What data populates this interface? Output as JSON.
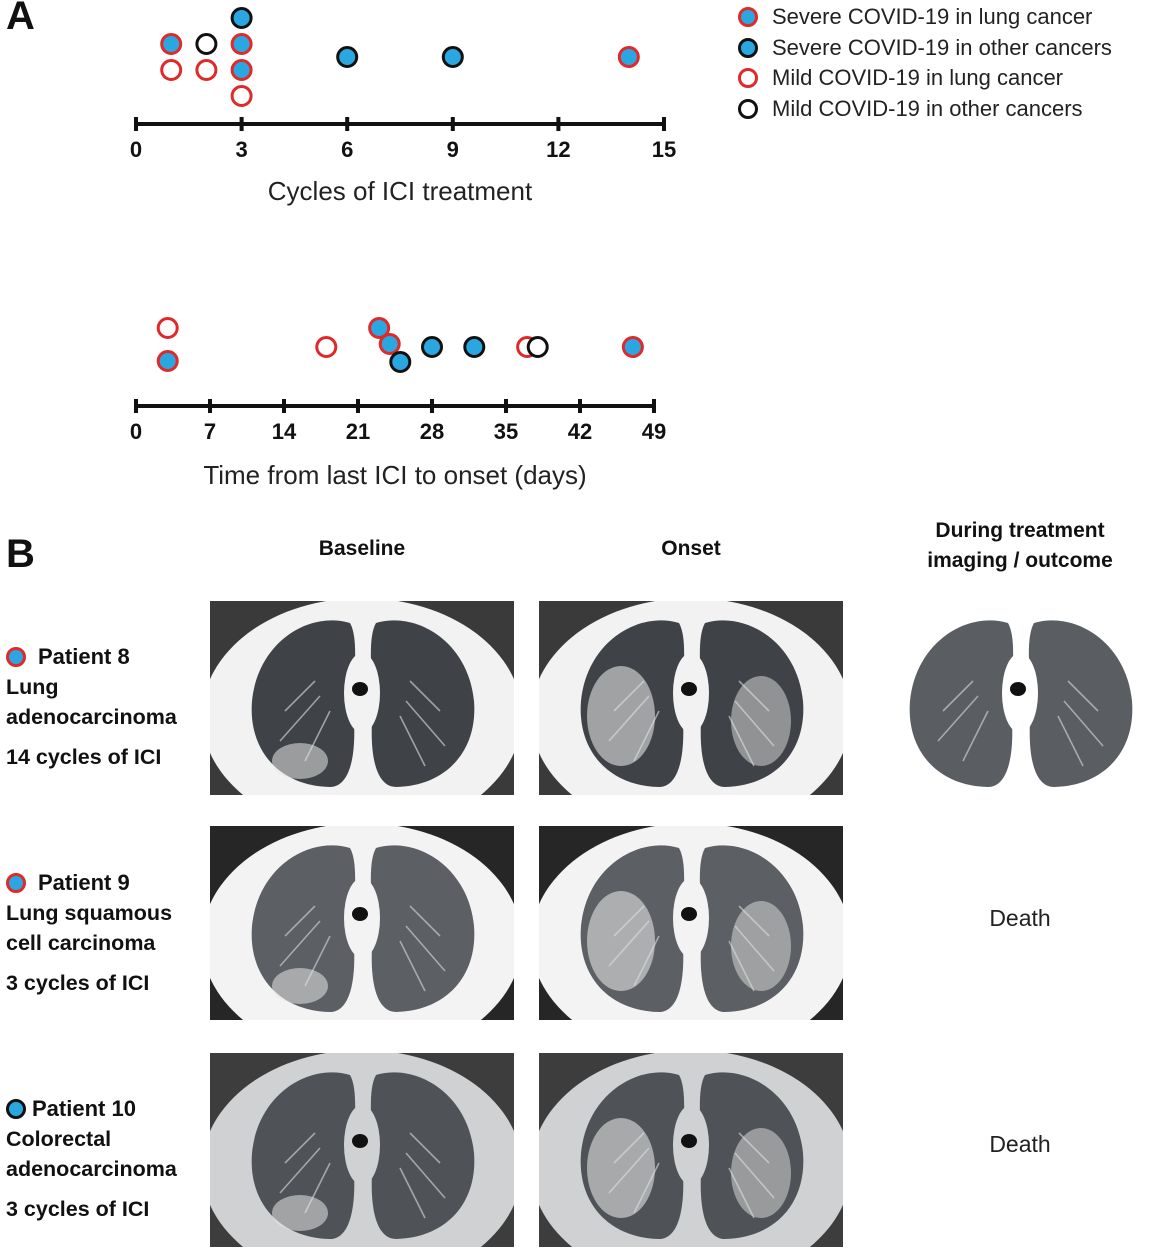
{
  "colors": {
    "severe_fill": "#2aa7e0",
    "lung_edge": "#e02a2a",
    "other_edge": "#111111"
  },
  "panel_a": {
    "letter": "A"
  },
  "panel_b": {
    "letter": "B"
  },
  "legend": [
    {
      "label": "Severe COVID-19 in lung cancer",
      "group": "severe-lung"
    },
    {
      "label": "Severe COVID-19 in other cancers",
      "group": "severe-other"
    },
    {
      "label": "Mild COVID-19 in lung cancer",
      "group": "mild-lung"
    },
    {
      "label": "Mild COVID-19 in other cancers",
      "group": "mild-other"
    }
  ],
  "chart_data": [
    {
      "type": "scatter",
      "title": "",
      "xlabel": "Cycles of ICI treatment",
      "xlim": [
        0,
        15
      ],
      "xticks": [
        0,
        3,
        6,
        9,
        12,
        15
      ],
      "points": [
        {
          "x": 1,
          "group": "severe-lung"
        },
        {
          "x": 1,
          "group": "mild-lung"
        },
        {
          "x": 2,
          "group": "mild-other"
        },
        {
          "x": 2,
          "group": "mild-lung"
        },
        {
          "x": 3,
          "group": "severe-other"
        },
        {
          "x": 3,
          "group": "severe-lung"
        },
        {
          "x": 3,
          "group": "severe-lung"
        },
        {
          "x": 3,
          "group": "mild-lung"
        },
        {
          "x": 6,
          "group": "severe-other"
        },
        {
          "x": 9,
          "group": "severe-other"
        },
        {
          "x": 14,
          "group": "severe-lung"
        }
      ]
    },
    {
      "type": "scatter",
      "title": "",
      "xlabel": "Time from last ICI to onset (days)",
      "xlim": [
        0,
        49
      ],
      "xticks": [
        0,
        7,
        14,
        21,
        28,
        35,
        42,
        49
      ],
      "points": [
        {
          "x": 3,
          "group": "mild-lung"
        },
        {
          "x": 3,
          "group": "severe-lung"
        },
        {
          "x": 18,
          "group": "mild-lung"
        },
        {
          "x": 23,
          "group": "severe-lung"
        },
        {
          "x": 24,
          "group": "severe-lung"
        },
        {
          "x": 25,
          "group": "severe-other"
        },
        {
          "x": 28,
          "group": "severe-other"
        },
        {
          "x": 32,
          "group": "severe-other"
        },
        {
          "x": 37,
          "group": "mild-lung"
        },
        {
          "x": 38,
          "group": "mild-other"
        },
        {
          "x": 47,
          "group": "severe-lung"
        }
      ]
    }
  ],
  "columns": {
    "baseline": "Baseline",
    "onset": "Onset",
    "during_line1": "During treatment",
    "during_line2": "imaging / outcome"
  },
  "patients": [
    {
      "name": "Patient 8",
      "group": "severe-lung",
      "diag_line1": "Lung",
      "diag_line2": "adenocarcinoma",
      "cycles": "14 cycles of ICI",
      "outcome": ""
    },
    {
      "name": "Patient 9",
      "group": "severe-lung",
      "diag_line1": "Lung squamous",
      "diag_line2": "cell carcinoma",
      "cycles": "3 cycles of ICI",
      "outcome": "Death"
    },
    {
      "name": "Patient 10",
      "group": "severe-other",
      "diag_line1": "Colorectal",
      "diag_line2": "adenocarcinoma",
      "cycles": "3 cycles of ICI",
      "outcome": "Death"
    }
  ]
}
